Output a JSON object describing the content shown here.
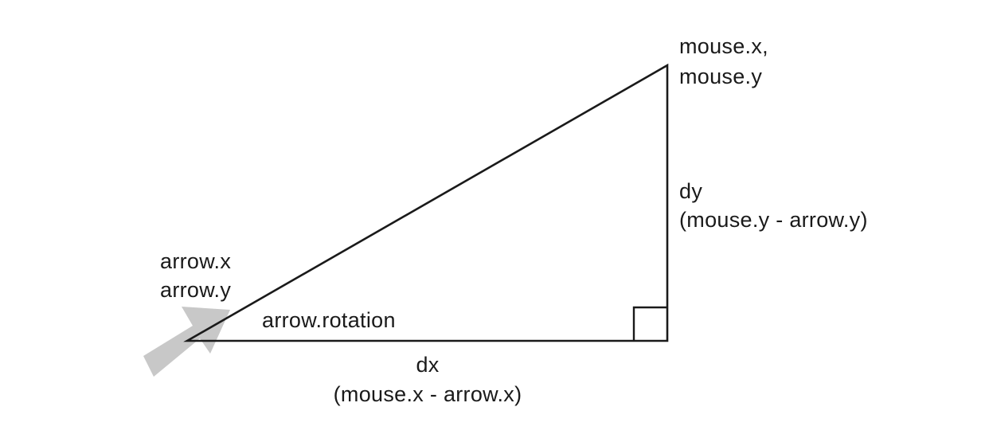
{
  "diagram": {
    "arrow_color": "#c8c8c8",
    "line_color": "#1a1a1a",
    "labels": {
      "mouse_point": [
        "mouse.x,",
        "mouse.y"
      ],
      "arrow_point": [
        "arrow.x",
        "arrow.y"
      ],
      "angle": "arrow.rotation",
      "dx": [
        "dx",
        "(mouse.x - arrow.x)"
      ],
      "dy": [
        "dy",
        "(mouse.y - arrow.y)"
      ]
    }
  }
}
